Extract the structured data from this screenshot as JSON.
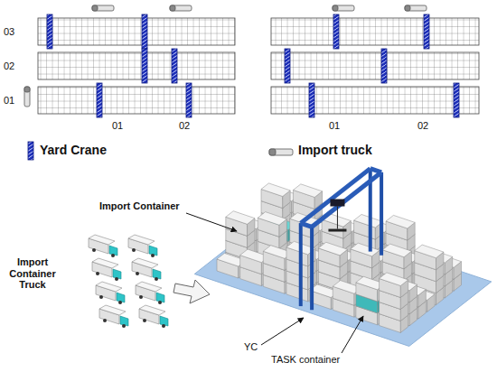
{
  "diagram": {
    "labels": [
      "03",
      "02",
      "01",
      "01",
      "02",
      "01",
      "02",
      "Import Container",
      "Import Container Truck",
      "YC",
      "TASK container"
    ],
    "legend": [
      {
        "text": "Yard Crane"
      },
      {
        "text": "Import truck"
      }
    ]
  }
}
